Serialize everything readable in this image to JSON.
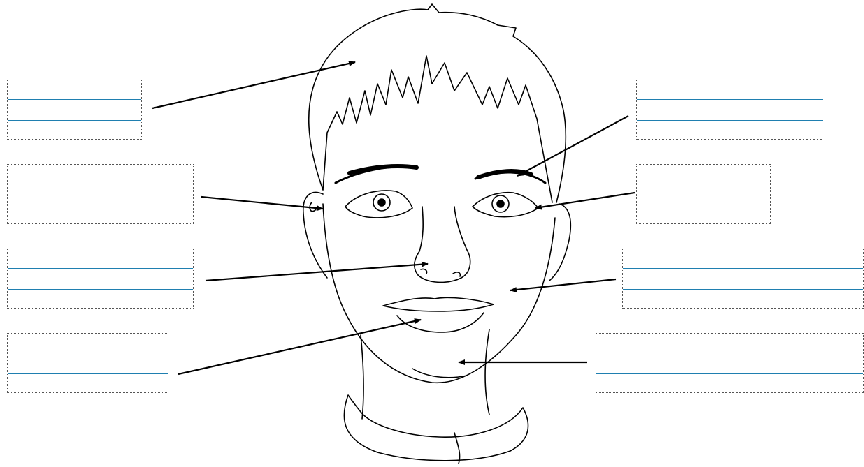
{
  "worksheet": {
    "boxes": [
      {
        "id": "hair",
        "lines": [
          "",
          "",
          ""
        ]
      },
      {
        "id": "ear",
        "lines": [
          "",
          "",
          ""
        ]
      },
      {
        "id": "nose",
        "lines": [
          "",
          "",
          ""
        ]
      },
      {
        "id": "mouth",
        "lines": [
          "",
          "",
          ""
        ]
      },
      {
        "id": "eyebrow",
        "lines": [
          "",
          "",
          ""
        ]
      },
      {
        "id": "eye",
        "lines": [
          "",
          "",
          ""
        ]
      },
      {
        "id": "cheek",
        "lines": [
          "",
          "",
          ""
        ]
      },
      {
        "id": "chin",
        "lines": [
          "",
          "",
          ""
        ]
      }
    ]
  },
  "colors": {
    "ruled_line": "#1f7fb0",
    "ink": "#000000"
  }
}
